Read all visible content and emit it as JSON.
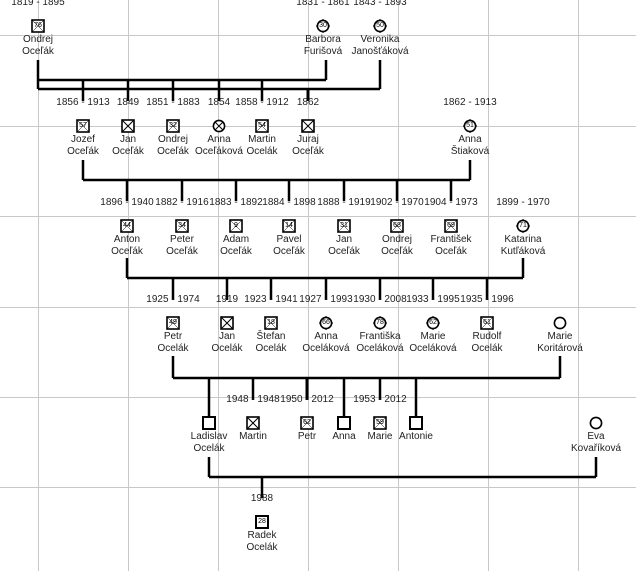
{
  "title": "Family tree – Oceľák",
  "persons": [
    {
      "id": "p1",
      "first": "Ondrej",
      "last": "Oceľák",
      "dates": "1819 - 1895",
      "sex": "m",
      "age": "76",
      "deceased": true
    },
    {
      "id": "p2",
      "first": "Barbora",
      "last": "Furišová",
      "dates": "1831 - 1861",
      "sex": "f",
      "age": "30",
      "deceased": true
    },
    {
      "id": "p3",
      "first": "Veronika",
      "last": "Janošťáková",
      "dates": "1843 - 1893",
      "sex": "f",
      "age": "50",
      "deceased": true
    },
    {
      "id": "p4",
      "first": "Jozef",
      "last": "Oceľák",
      "dates": "1856 - 1913",
      "sex": "m",
      "age": "57",
      "deceased": true
    },
    {
      "id": "p5",
      "first": "Jan",
      "last": "Oceľák",
      "dates": "1849",
      "sex": "m",
      "age": "",
      "deceased": true
    },
    {
      "id": "p6",
      "first": "Ondrej",
      "last": "Oceľák",
      "dates": "1851 - 1883",
      "sex": "m",
      "age": "32",
      "deceased": true
    },
    {
      "id": "p7",
      "first": "Anna",
      "last": "Oceľáková",
      "dates": "1854",
      "sex": "f",
      "age": "",
      "deceased": true
    },
    {
      "id": "p8",
      "first": "Martin",
      "last": "Ocelák",
      "dates": "1858 - 1912",
      "sex": "m",
      "age": "54",
      "deceased": true
    },
    {
      "id": "p9",
      "first": "Juraj",
      "last": "Oceľák",
      "dates": "1862",
      "sex": "m",
      "age": "",
      "deceased": true
    },
    {
      "id": "p10",
      "first": "Anna",
      "last": "Štiaková",
      "dates": "1862 - 1913",
      "sex": "f",
      "age": "51",
      "deceased": true
    },
    {
      "id": "p11",
      "first": "Anton",
      "last": "Oceľák",
      "dates": "1896 - 1940",
      "sex": "m",
      "age": "44",
      "deceased": true
    },
    {
      "id": "p12",
      "first": "Peter",
      "last": "Oceľák",
      "dates": "1882 - 1916",
      "sex": "m",
      "age": "34",
      "deceased": true
    },
    {
      "id": "p13",
      "first": "Adam",
      "last": "Oceľák",
      "dates": "1883 - 1892",
      "sex": "m",
      "age": "9",
      "deceased": true
    },
    {
      "id": "p14",
      "first": "Pavel",
      "last": "Oceľák",
      "dates": "1884 - 1898",
      "sex": "m",
      "age": "14",
      "deceased": true
    },
    {
      "id": "p15",
      "first": "Jan",
      "last": "Oceľák",
      "dates": "1888 - 1919",
      "sex": "m",
      "age": "31",
      "deceased": true
    },
    {
      "id": "p16",
      "first": "Ondrej",
      "last": "Oceľák",
      "dates": "1902 - 1970",
      "sex": "m",
      "age": "68",
      "deceased": true
    },
    {
      "id": "p17",
      "first": "František",
      "last": "Oceľák",
      "dates": "1904 - 1973",
      "sex": "m",
      "age": "69",
      "deceased": true
    },
    {
      "id": "p18",
      "first": "Katarina",
      "last": "Kutľáková",
      "dates": "1899 - 1970",
      "sex": "f",
      "age": "71",
      "deceased": true
    },
    {
      "id": "p19",
      "first": "Petr",
      "last": "Ocelák",
      "dates": "1925 - 1974",
      "sex": "m",
      "age": "49",
      "deceased": true
    },
    {
      "id": "p20",
      "first": "Jan",
      "last": "Ocelák",
      "dates": "1919",
      "sex": "m",
      "age": "",
      "deceased": true
    },
    {
      "id": "p21",
      "first": "Štefan",
      "last": "Ocelák",
      "dates": "1923 - 1941",
      "sex": "m",
      "age": "18",
      "deceased": true
    },
    {
      "id": "p22",
      "first": "Anna",
      "last": "Oceláková",
      "dates": "1927 - 1993",
      "sex": "f",
      "age": "66",
      "deceased": true
    },
    {
      "id": "p23",
      "first": "Františka",
      "last": "Oceláková",
      "dates": "1930 - 2008",
      "sex": "f",
      "age": "78",
      "deceased": true
    },
    {
      "id": "p24",
      "first": "Marie",
      "last": "Oceláková",
      "dates": "1933 - 1995",
      "sex": "f",
      "age": "62",
      "deceased": true
    },
    {
      "id": "p25",
      "first": "Rudolf",
      "last": "Ocelák",
      "dates": "1935 - 1996",
      "sex": "m",
      "age": "61",
      "deceased": true
    },
    {
      "id": "p26",
      "first": "Marie",
      "last": "Koritárová",
      "dates": "",
      "sex": "f",
      "age": "",
      "deceased": false
    },
    {
      "id": "p27",
      "first": "Ladislav",
      "last": "Ocelák",
      "dates": "",
      "sex": "m",
      "age": "",
      "deceased": false
    },
    {
      "id": "p28",
      "first": "Martin",
      "last": "",
      "dates": "1948 - 1948",
      "sex": "m",
      "age": "",
      "deceased": true
    },
    {
      "id": "p29",
      "first": "Petr",
      "last": "",
      "dates": "1950 - 2012",
      "sex": "m",
      "age": "62",
      "deceased": true
    },
    {
      "id": "p30",
      "first": "Anna",
      "last": "",
      "dates": "",
      "sex": "m",
      "age": "",
      "deceased": false
    },
    {
      "id": "p31",
      "first": "Marie",
      "last": "",
      "dates": "1953 - 2012",
      "sex": "m",
      "age": "59",
      "deceased": true
    },
    {
      "id": "p32",
      "first": "Antonie",
      "last": "",
      "dates": "",
      "sex": "m",
      "age": "",
      "deceased": false
    },
    {
      "id": "p33",
      "first": "Eva",
      "last": "Kovaříková",
      "dates": "",
      "sex": "f",
      "age": "",
      "deceased": false
    },
    {
      "id": "p34",
      "first": "Radek",
      "last": "Ocelák",
      "dates": "1988",
      "sex": "m",
      "age": "28",
      "deceased": false
    }
  ]
}
